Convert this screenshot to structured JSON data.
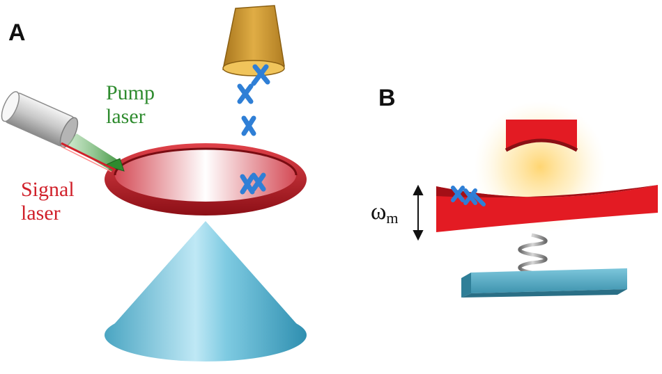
{
  "panels": {
    "a": {
      "label": "A"
    },
    "b": {
      "label": "B"
    }
  },
  "labels": {
    "pump_line1": "Pump",
    "pump_line2": "laser",
    "signal_line1": "Signal",
    "signal_line2": "laser",
    "omega_symbol": "ω",
    "omega_subscript": "m"
  },
  "colors": {
    "ring": "#c81e24",
    "cone": "#5bb8d4",
    "mirror": "#e31b23",
    "base": "#5fb4cd",
    "particles": "#2f7fd6",
    "pump": "#2e8b2e",
    "signal": "#d0202a",
    "dispenser": "#d9a338"
  },
  "icons": {
    "laser_source": "laser-head-icon",
    "dispenser": "particle-dispenser-icon",
    "particle": "molecule-icon"
  }
}
